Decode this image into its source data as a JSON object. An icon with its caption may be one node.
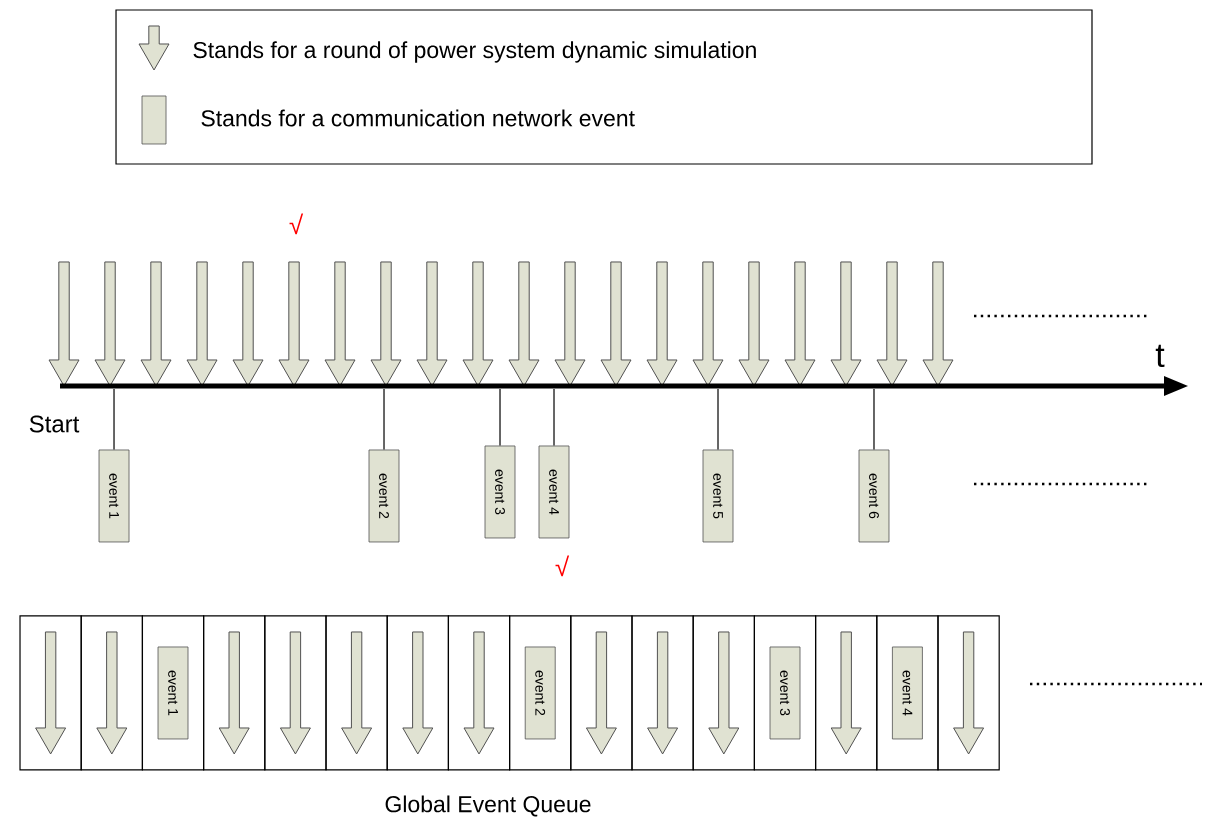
{
  "diagram": {
    "caption": "Global Event Queue",
    "nodes": [
      {
        "text": [],
        "shape": "bar"
      },
      {
        "text": [
          "event 1"
        ]
      },
      {
        "text": [
          "event 2"
        ]
      },
      {
        "text": [
          "event 3"
        ]
      },
      {
        "text": [
          "event 4"
        ]
      },
      {
        "text": [
          "event 5"
        ]
      },
      {
        "text": [
          "event 6"
        ]
      },
      {
        "text": [],
        "shape": "box"
      },
      {
        "text": [],
        "shape": "box"
      },
      {
        "text": [],
        "shape": "box"
      },
      {
        "text": [],
        "shape": "box"
      },
      {
        "text": [],
        "shape": "box"
      },
      {
        "text": [],
        "shape": "box"
      },
      {
        "text": [],
        "shape": "box"
      },
      {
        "text": [],
        "shape": "box"
      },
      {
        "text": [],
        "shape": "box"
      },
      {
        "text": [],
        "shape": "box"
      },
      {
        "text": [],
        "shape": "box"
      },
      {
        "text": [],
        "shape": "box"
      },
      {
        "text": [],
        "shape": "box"
      },
      {
        "text": [],
        "shape": "box"
      },
      {
        "text": [],
        "shape": "box"
      },
      {
        "text": [],
        "shape": "box"
      },
      {
        "text": [
          "event 1"
        ],
        "in": 9
      },
      {
        "text": [
          "event 2"
        ],
        "in": 15
      },
      {
        "text": [
          "event 3"
        ],
        "in": 19
      },
      {
        "text": [
          "event 4"
        ],
        "in": 21
      }
    ],
    "edges": [
      {
        "from": 0,
        "to": 1,
        "arrow": "none"
      },
      {
        "from": 0,
        "to": 2,
        "arrow": "none"
      },
      {
        "from": 0,
        "to": 3,
        "arrow": "none"
      },
      {
        "from": 0,
        "to": 4,
        "arrow": "none"
      },
      {
        "from": 0,
        "to": 5,
        "arrow": "none"
      },
      {
        "from": 0,
        "to": 6,
        "arrow": "none"
      }
    ],
    "labels": [
      "√",
      "t",
      "Start",
      "√"
    ],
    "legend": [
      {
        "text": "Stands for a round of power system dynamic simulation"
      },
      {
        "text": "Stands for a communication network event"
      }
    ]
  }
}
